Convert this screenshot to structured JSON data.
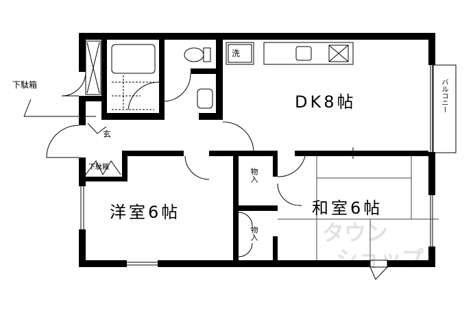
{
  "labels": {
    "dk": "DK8帖",
    "western_room": "洋室6帖",
    "japanese_room": "和室6帖",
    "closet_1": "物入",
    "closet_2": "物入",
    "shoe_box_outside": "下駄箱",
    "shoe_box_inside": "下駄箱",
    "entrance": "玄",
    "washer": "洗",
    "balcony": "バルコニー"
  },
  "watermark": [
    "タウン",
    "ショップ"
  ]
}
